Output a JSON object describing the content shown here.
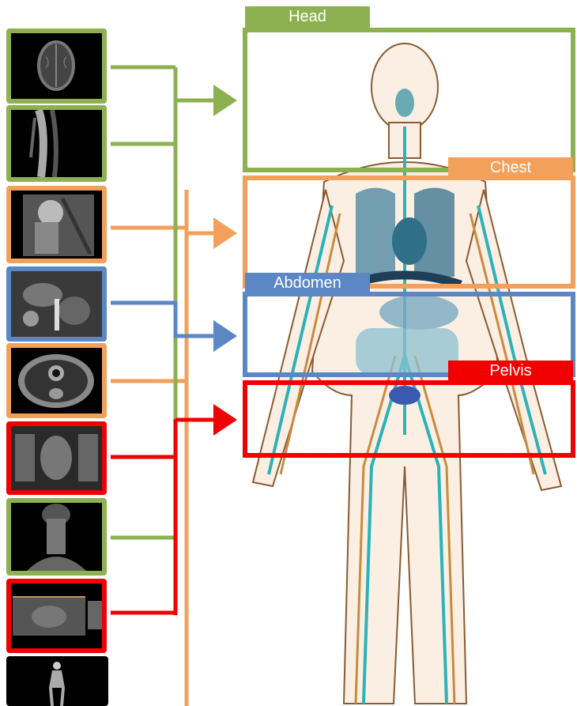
{
  "colors": {
    "head": "#8db150",
    "chest": "#f2a05a",
    "abdomen": "#5b87c4",
    "pelvis": "#f00000"
  },
  "regions": {
    "head": {
      "label": "Head"
    },
    "chest": {
      "label": "Chest"
    },
    "abdomen": {
      "label": "Abdomen"
    },
    "pelvis": {
      "label": "Pelvis"
    }
  },
  "thumbnails": [
    {
      "scan": "axial-brain-mri",
      "region": "head"
    },
    {
      "scan": "sagittal-spine-mri",
      "region": "head"
    },
    {
      "scan": "shoulder-mri",
      "region": "chest"
    },
    {
      "scan": "abdominal-mri",
      "region": "abdomen"
    },
    {
      "scan": "axial-chest-mri",
      "region": "chest"
    },
    {
      "scan": "pelvic-mri",
      "region": "pelvis"
    },
    {
      "scan": "coronal-neck-mri",
      "region": "head"
    },
    {
      "scan": "pelvic-panorama-mri",
      "region": "pelvis"
    },
    {
      "scan": "whole-body-mri",
      "region": "none"
    }
  ]
}
